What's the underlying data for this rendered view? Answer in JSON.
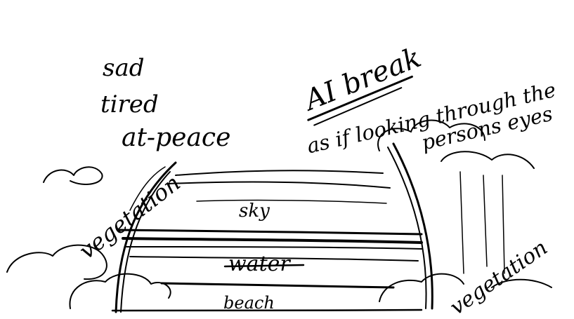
{
  "mood_words": [
    "sad",
    "tired",
    "at-peace"
  ],
  "title": "AI break",
  "subtitle_line1": "as if looking through the",
  "subtitle_line2": "persons eyes",
  "labels": {
    "sky": "sky",
    "water": "water",
    "beach": "beach",
    "vegetation_left": "vegetation",
    "vegetation_right": "vegetation"
  },
  "ink_color": "#000000"
}
